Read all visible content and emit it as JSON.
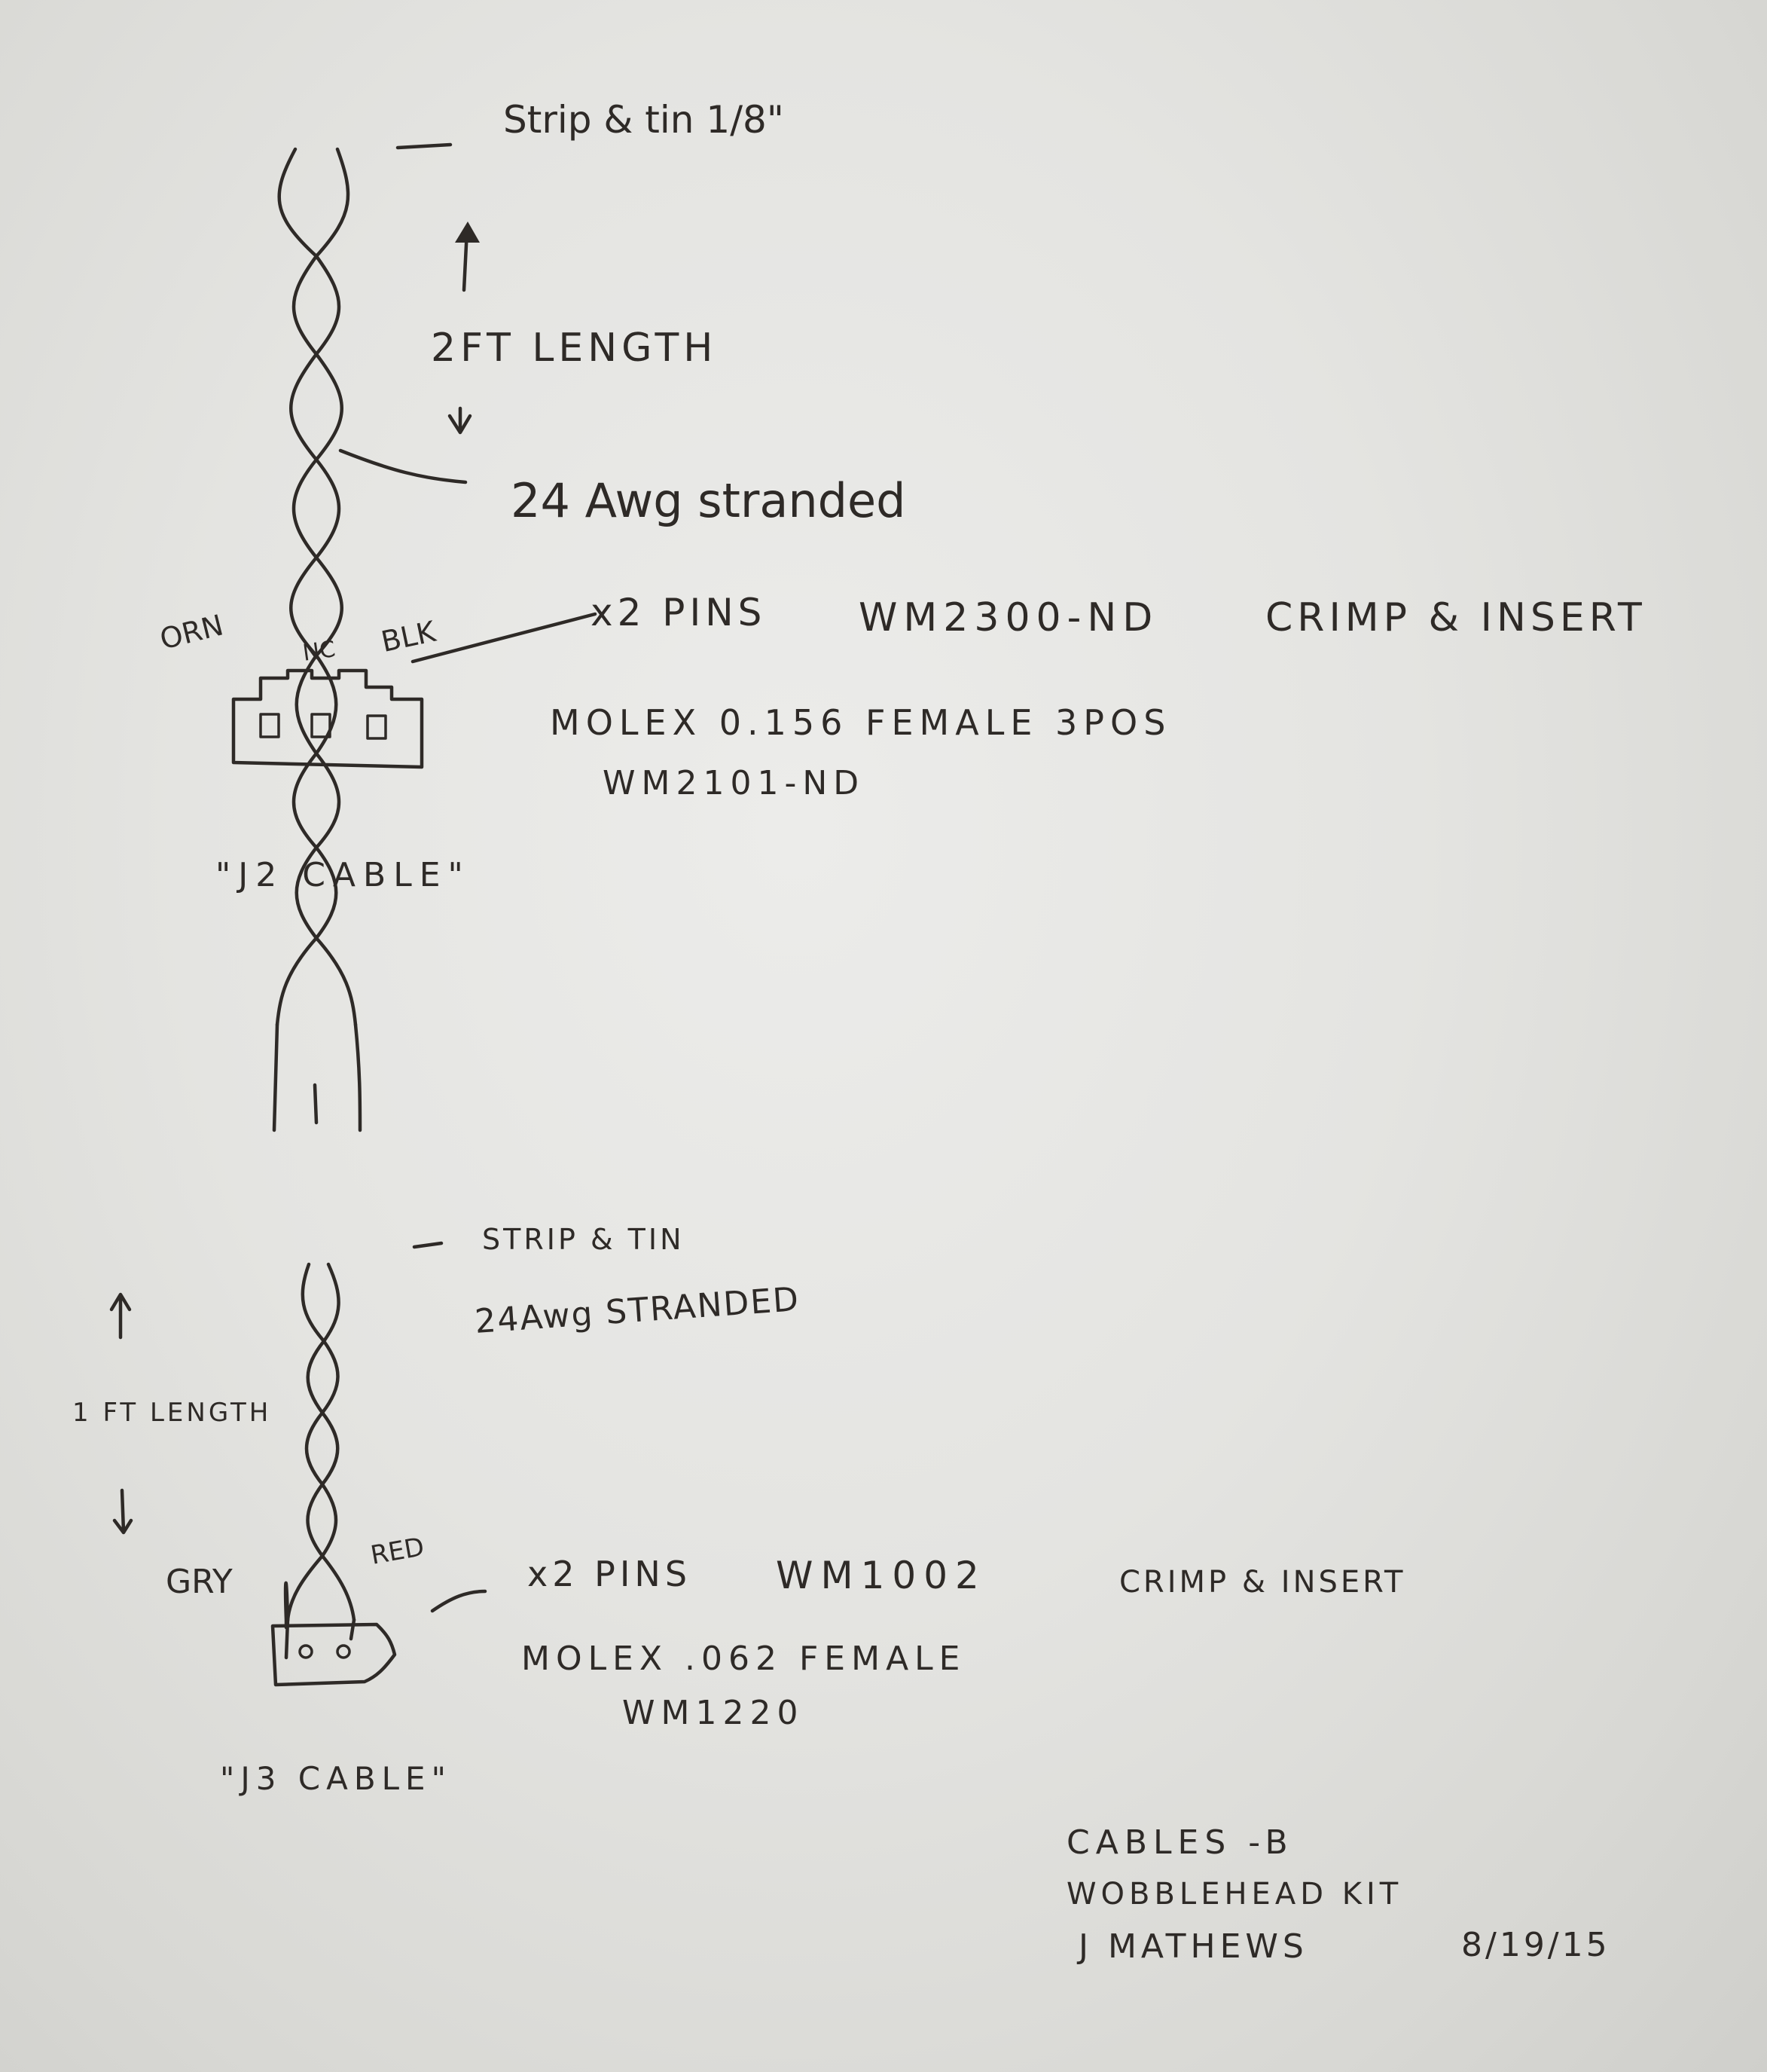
{
  "j2_cable": {
    "strip_note": "Strip & tin 1/8\"",
    "length": "2FT LENGTH",
    "wire": "24 Awg stranded",
    "wire_colors": {
      "left": "ORN",
      "middle": "NC",
      "right": "BLK"
    },
    "pins_qty": "x2 PINS",
    "pins_part": "WM2300-ND",
    "pins_action": "CRIMP & INSERT",
    "connector": "MOLEX 0.156 FEMALE 3POS",
    "connector_part": "WM2101-ND",
    "label": "\"J2 CABLE\""
  },
  "j3_cable": {
    "strip_note": "STRIP & TIN",
    "wire": "24Awg STRANDED",
    "length": "1 FT LENGTH",
    "wire_colors": {
      "left": "GRY",
      "right": "RED"
    },
    "pins_qty": "x2 PINS",
    "pins_part": "WM1002",
    "pins_action": "CRIMP & INSERT",
    "connector": "MOLEX .062 FEMALE",
    "connector_part": "WM1220",
    "label": "\"J3 CABLE\""
  },
  "title_block": {
    "title": "CABLES -B",
    "project": "WOBBLEHEAD KIT",
    "author": "J MATHEWS",
    "date": "8/19/15"
  },
  "colors": {
    "ink": "#2e2a27",
    "paper": "#e6e6e3"
  }
}
